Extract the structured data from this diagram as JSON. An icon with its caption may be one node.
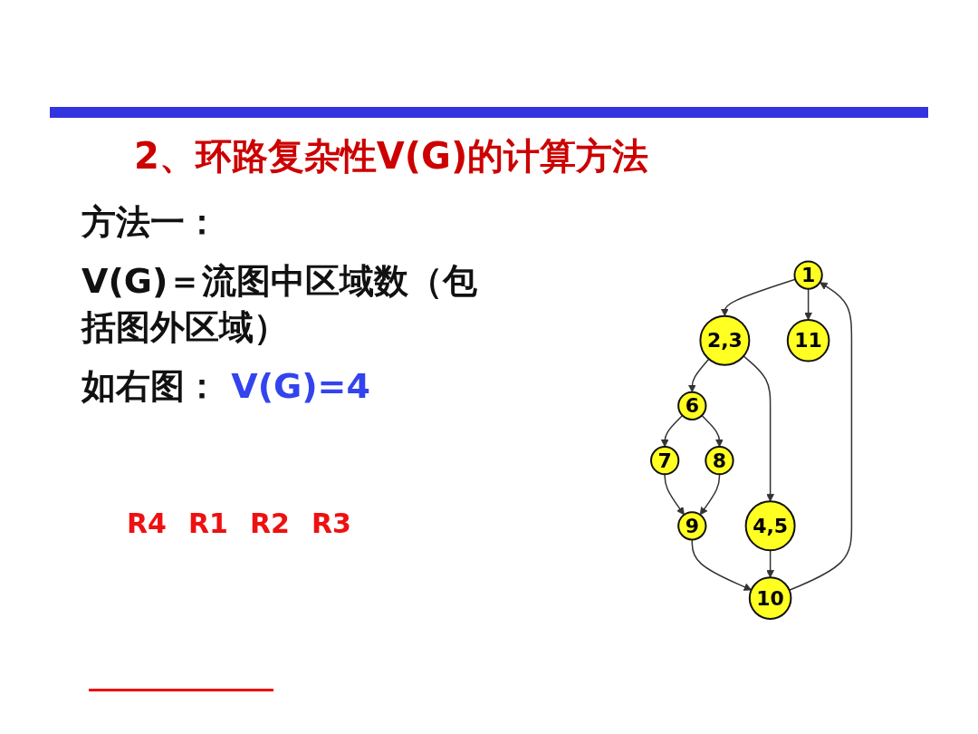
{
  "diagram": {
    "title": "2、环路复杂性V(G)的计算方法",
    "nodes": [
      {
        "text": [
          "1"
        ]
      },
      {
        "text": [
          "2,3"
        ]
      },
      {
        "text": [
          "6"
        ]
      },
      {
        "text": [
          "4,5"
        ]
      },
      {
        "text": [
          "7"
        ]
      },
      {
        "text": [
          "8"
        ]
      },
      {
        "text": [
          "9"
        ]
      },
      {
        "text": [
          "10"
        ]
      },
      {
        "text": [
          "11"
        ]
      }
    ],
    "edges": [
      {
        "from": 0,
        "to": 1,
        "arrow": "to"
      },
      {
        "from": 1,
        "to": 2,
        "arrow": "to"
      },
      {
        "from": 1,
        "to": 3,
        "arrow": "to"
      },
      {
        "from": 2,
        "to": 4,
        "arrow": "to"
      },
      {
        "from": 2,
        "to": 5,
        "arrow": "to"
      },
      {
        "from": 4,
        "to": 6,
        "arrow": "to"
      },
      {
        "from": 5,
        "to": 6,
        "arrow": "to"
      },
      {
        "from": 6,
        "to": 7,
        "arrow": "to"
      },
      {
        "from": 3,
        "to": 7,
        "arrow": "to"
      },
      {
        "from": 7,
        "to": 0,
        "arrow": "to"
      },
      {
        "from": 0,
        "to": 8,
        "arrow": "to"
      }
    ],
    "labels": [
      "方法一：",
      "V(G)＝流图中区域数（包括图外区域）",
      "如右图：",
      "V(G)=4",
      "R4",
      "R1",
      "R2",
      "R3"
    ]
  }
}
